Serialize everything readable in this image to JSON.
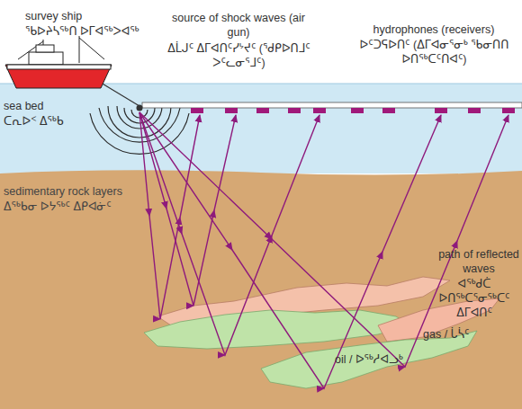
{
  "diagram": {
    "labels": [
      "survey ship",
      "ᖃᐅᔨᓴᖅᑎ ᐅᒥᐊᖅᐳᐊᖅ",
      "source of shock waves (air gun)",
      "ᐃᒫᒍᑦ ᐃᒥᐊᑎᑦᓯᔾᔪᑦ (ᖁᑭᐅᑎᒧᑦ ᐳᑦᓚᓂᕐᒧᑦ)",
      "hydrophones (receivers)",
      "ᐅᑦᑐᕋᐅᑎᑦ (ᐃᒥᐊᓂᕐᓂᒃ ᖃᓂᑎᑎ ᐅᑎᖅᑕᑦᑎᐊᑦ)",
      "sea bed",
      "ᑕᕆᐅᑉ ᐃᖅᑲ",
      "sedimentary rock layers",
      "ᐃᖅᑲᓂ ᐅᔭᖅᑦ ᐃᑭᐊᓃᑦ",
      "path of reflected waves",
      "ᐊᖅᑯᑖ ᐅᑎᖅᑕᕐᓂᖅᑕᑦ ᐃᒥᐊᑎᑦ",
      "gas / ᒑᓵᑦ",
      "oil / ᐅᖅᓱᐊᓗᒃ"
    ]
  }
}
